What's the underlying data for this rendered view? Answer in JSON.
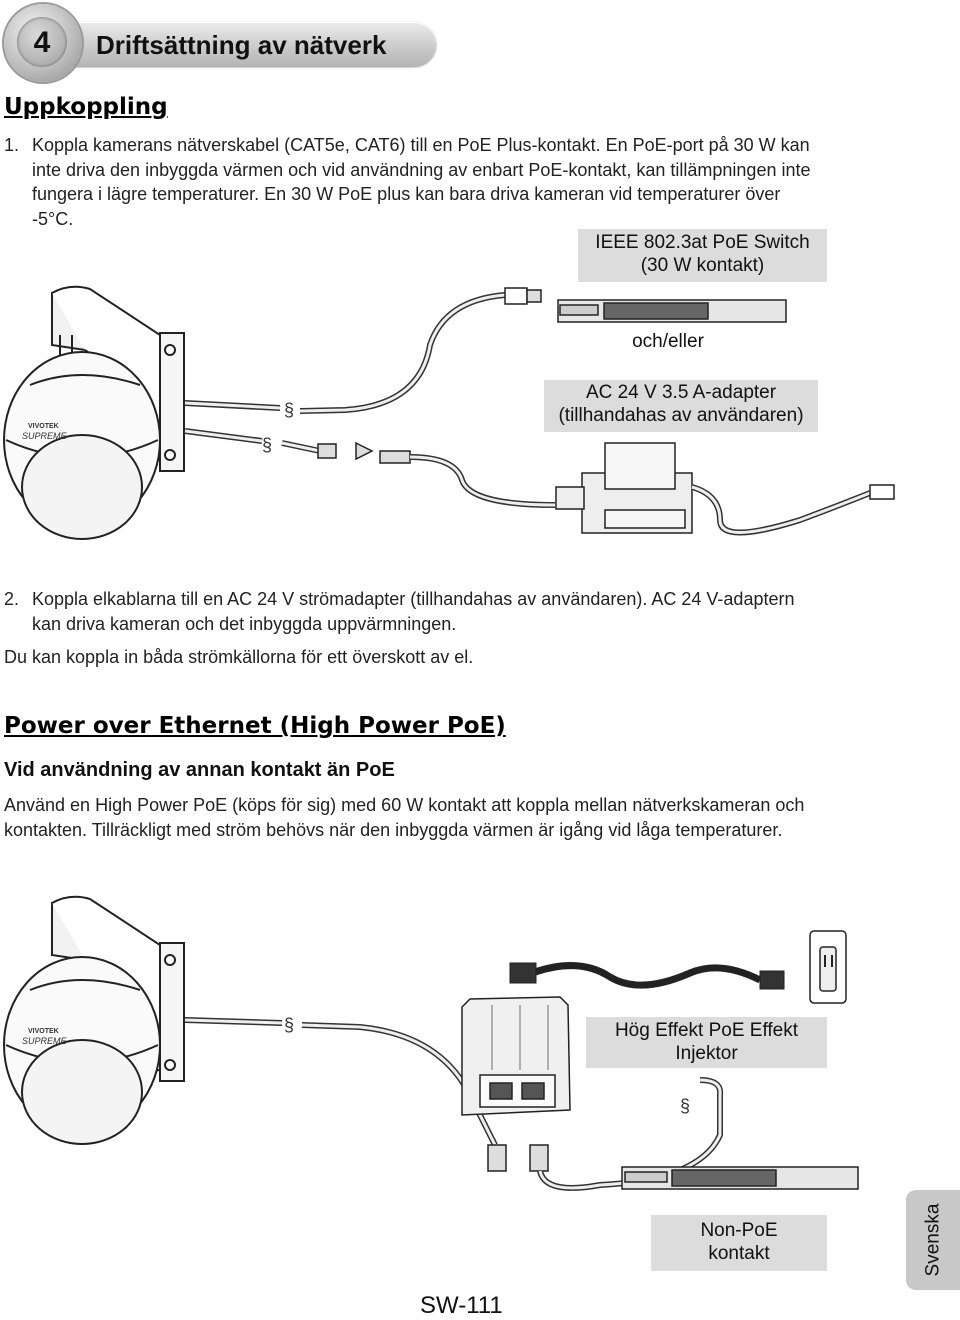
{
  "header": {
    "chapter_number": "4",
    "title": "Driftsättning av nätverk"
  },
  "section1": {
    "heading": "Uppkoppling",
    "item1_number": "1.",
    "item1_lines": [
      "Koppla kamerans nätverskabel (CAT5e, CAT6) till en PoE Plus-kontakt. En PoE-port på 30 W kan",
      "inte driva den inbyggda värmen och vid användning av enbart PoE-kontakt, kan tillämpningen inte",
      "fungera i lägre temperaturer. En 30 W PoE plus kan bara driva kameran vid temperaturer över",
      "-5°C."
    ],
    "diagram1": {
      "switch_label_line1": "IEEE 802.3at PoE Switch",
      "switch_label_line2": "(30 W kontakt)",
      "or_label": "och/eller",
      "adapter_label_line1": "AC 24 V 3.5 A-adapter",
      "adapter_label_line2": "(tillhandahas av användaren)",
      "camera_brand_line1": "VIVOTEK",
      "camera_brand_line2": "SUPREME"
    },
    "item2_number": "2.",
    "item2_lines": [
      "Koppla elkablarna till en AC 24 V strömadapter (tillhandahas av användaren). AC 24 V-adaptern",
      "kan driva kameran och det inbyggda uppvärmningen."
    ],
    "note": "Du kan koppla in båda strömkällorna för ett överskott av el."
  },
  "section2": {
    "heading": "Power over Ethernet (High Power PoE)",
    "subheading": "Vid användning av annan kontakt än PoE",
    "para_lines": [
      "Använd en High Power PoE (köps för sig) med 60 W kontakt att koppla mellan nätverkskameran och",
      "kontakten. Tillräckligt med ström behövs när den inbyggda värmen är igång vid låga temperaturer."
    ],
    "diagram2": {
      "injector_label_line1": "Hög Effekt PoE Effekt",
      "injector_label_line2": "Injektor",
      "switch_label_line1": "Non-PoE",
      "switch_label_line2": "kontakt",
      "camera_brand_line1": "VIVOTEK",
      "camera_brand_line2": "SUPREME"
    }
  },
  "side_tab": "Svenska",
  "page_number": "SW-111"
}
